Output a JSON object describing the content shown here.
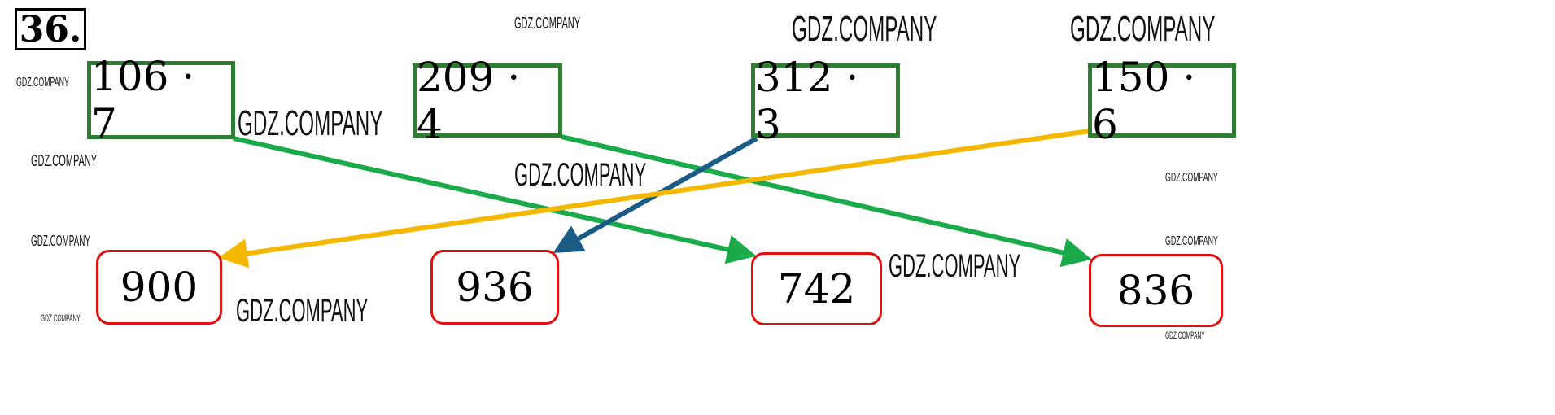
{
  "task_number": "36.",
  "expressions": [
    "106 · 7",
    "209 · 4",
    "312 · 3",
    "150 · 6"
  ],
  "answers": [
    "900",
    "936",
    "742",
    "836"
  ],
  "matches": [
    {
      "from": "106 · 7",
      "to": "742",
      "color": "#1aaa4a"
    },
    {
      "from": "209 · 4",
      "to": "836",
      "color": "#1aaa4a"
    },
    {
      "from": "312 · 3",
      "to": "936",
      "color": "#1b5c86"
    },
    {
      "from": "150 · 6",
      "to": "900",
      "color": "#f5b800"
    }
  ],
  "watermarks": [
    "GDZ.COMPANY",
    "GDZ.COMPANY",
    "GDZ.COMPANY",
    "GDZ.COMPANY",
    "GDZ.COMPANY",
    "GDZ.COMPANY",
    "GDZ.COMPANY",
    "GDZ.COMPANY",
    "GDZ.COMPANY",
    "GDZ.COMPANY",
    "GDZ.COMPANY",
    "GDZ.COMPANY",
    "GDZ.COMPANY",
    "GDZ.COMPANY"
  ]
}
